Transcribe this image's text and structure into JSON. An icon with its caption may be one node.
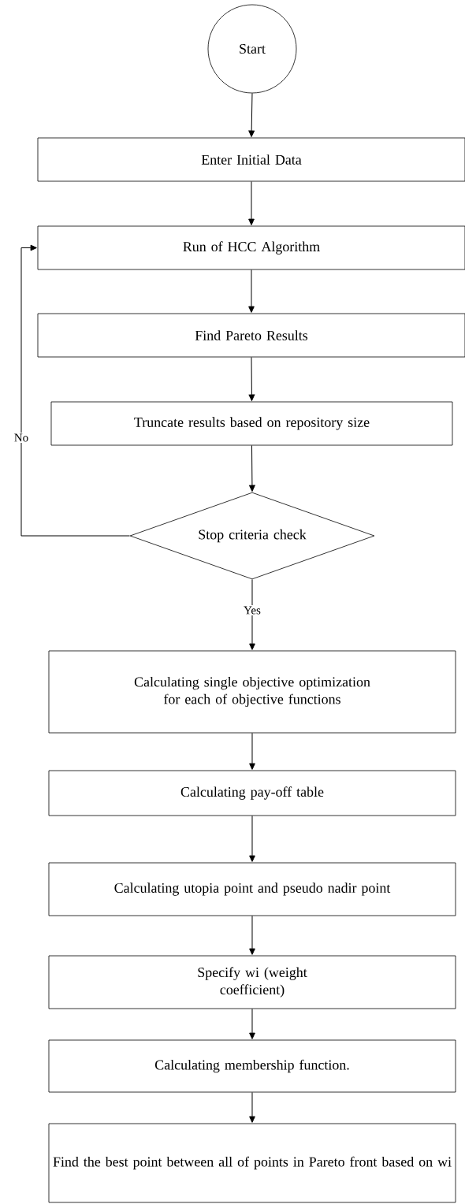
{
  "diagram": {
    "nodes": [
      {
        "text": [
          "Start"
        ]
      },
      {
        "text": [
          "Enter Initial Data"
        ]
      },
      {
        "text": [
          "Run of HCC Algorithm"
        ]
      },
      {
        "text": [
          "Find Pareto Results"
        ]
      },
      {
        "text": [
          "Truncate results based on repository size"
        ]
      },
      {
        "text": [
          "Stop criteria check"
        ]
      },
      {
        "text": [
          "Calculating single objective optimization for each of objective functions"
        ]
      },
      {
        "text": [
          "Calculating pay-off table"
        ]
      },
      {
        "text": [
          "Calculating utopia point and pseudo nadir point"
        ]
      },
      {
        "text": [
          "Specify wi (weight coefficient)"
        ]
      },
      {
        "text": [
          "Calculating membership function."
        ]
      },
      {
        "text": [
          "Find the best point between all of points in Pareto front based on wi"
        ]
      }
    ],
    "edges": [
      {
        "from": 0,
        "to": 1,
        "arrow": "to"
      },
      {
        "from": 1,
        "to": 2,
        "arrow": "to"
      },
      {
        "from": 2,
        "to": 3,
        "arrow": "to"
      },
      {
        "from": 3,
        "to": 4,
        "arrow": "to"
      },
      {
        "from": 4,
        "to": 5,
        "arrow": "to"
      },
      {
        "from": 5,
        "to": 2,
        "arrow": "to",
        "label": "No"
      },
      {
        "from": 5,
        "to": 6,
        "arrow": "to",
        "label": "Yes"
      },
      {
        "from": 6,
        "to": 7,
        "arrow": "to"
      },
      {
        "from": 7,
        "to": 8,
        "arrow": "to"
      },
      {
        "from": 8,
        "to": 9,
        "arrow": "to"
      },
      {
        "from": 9,
        "to": 10,
        "arrow": "to"
      },
      {
        "from": 10,
        "to": 11,
        "arrow": "to"
      }
    ]
  }
}
